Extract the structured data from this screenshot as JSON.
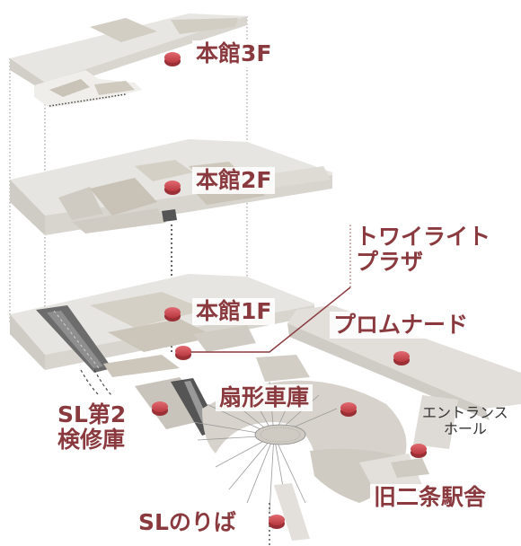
{
  "labels": {
    "honkan3f": "本館3F",
    "honkan2f": "本館2F",
    "honkan1f": "本館1F",
    "twilight_plaza_line1": "トワイライト",
    "twilight_plaza_line2": "プラザ",
    "promenade": "プロムナード",
    "sl2_line1": "SL第2",
    "sl2_line2": "検修庫",
    "roundhouse": "扇形車庫",
    "entrance_hall_line1": "エントランス",
    "entrance_hall_line2": "ホール",
    "old_nijo_station": "旧二条駅舎",
    "sl_ride": "SLのりば"
  },
  "colors": {
    "label_text": "#8a3a3e",
    "marker": "#d4555c",
    "floor_top": "#e7e5e1",
    "floor_side": "#d6d3cd",
    "room_dark": "#c9c4ba",
    "leader_line": "#8a3a3e"
  }
}
